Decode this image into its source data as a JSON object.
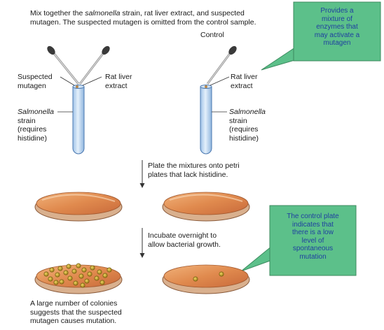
{
  "intro": {
    "line1_pre": "Mix together the ",
    "line1_italic": "salmonella",
    "line1_post": " strain, rat liver extract, and suspected",
    "line2": "mutagen. The suspected mutagen is omitted from the control sample."
  },
  "control_label": "Control",
  "callout_top": {
    "lines": [
      "Provides a",
      "mixture of",
      "enzymes that",
      "may activate a",
      "mutagen"
    ]
  },
  "callout_bottom": {
    "lines": [
      "The control plate",
      "indicates that",
      "there is a low",
      "level of",
      "spontaneous",
      "mutation"
    ]
  },
  "left_tube": {
    "mutagen_label": [
      "Suspected",
      "mutagen"
    ],
    "extract_label": [
      "Rat liver",
      "extract"
    ],
    "strain_label_italic": "Salmonella",
    "strain_label_rest": [
      "strain",
      "(requires",
      "histidine)"
    ]
  },
  "right_tube": {
    "extract_label": [
      "Rat liver",
      "extract"
    ],
    "strain_label_italic": "Salmonella",
    "strain_label_rest": [
      "strain",
      "(requires",
      "histidine)"
    ]
  },
  "step_plate": [
    "Plate the mixtures onto petri",
    "plates that lack histidine."
  ],
  "step_incubate": [
    "Incubate overnight to",
    "allow bacterial growth."
  ],
  "conclusion": [
    "A large number of colonies",
    "suggests that the suspected",
    "mutagen causes mutation."
  ],
  "colors": {
    "callout_fill": "#5cc08a",
    "callout_text": "#1f3fa0",
    "tube_fill": "#bcd6f0",
    "agar_fill": "#e08a4e",
    "colony_fill": "#c7a628"
  }
}
